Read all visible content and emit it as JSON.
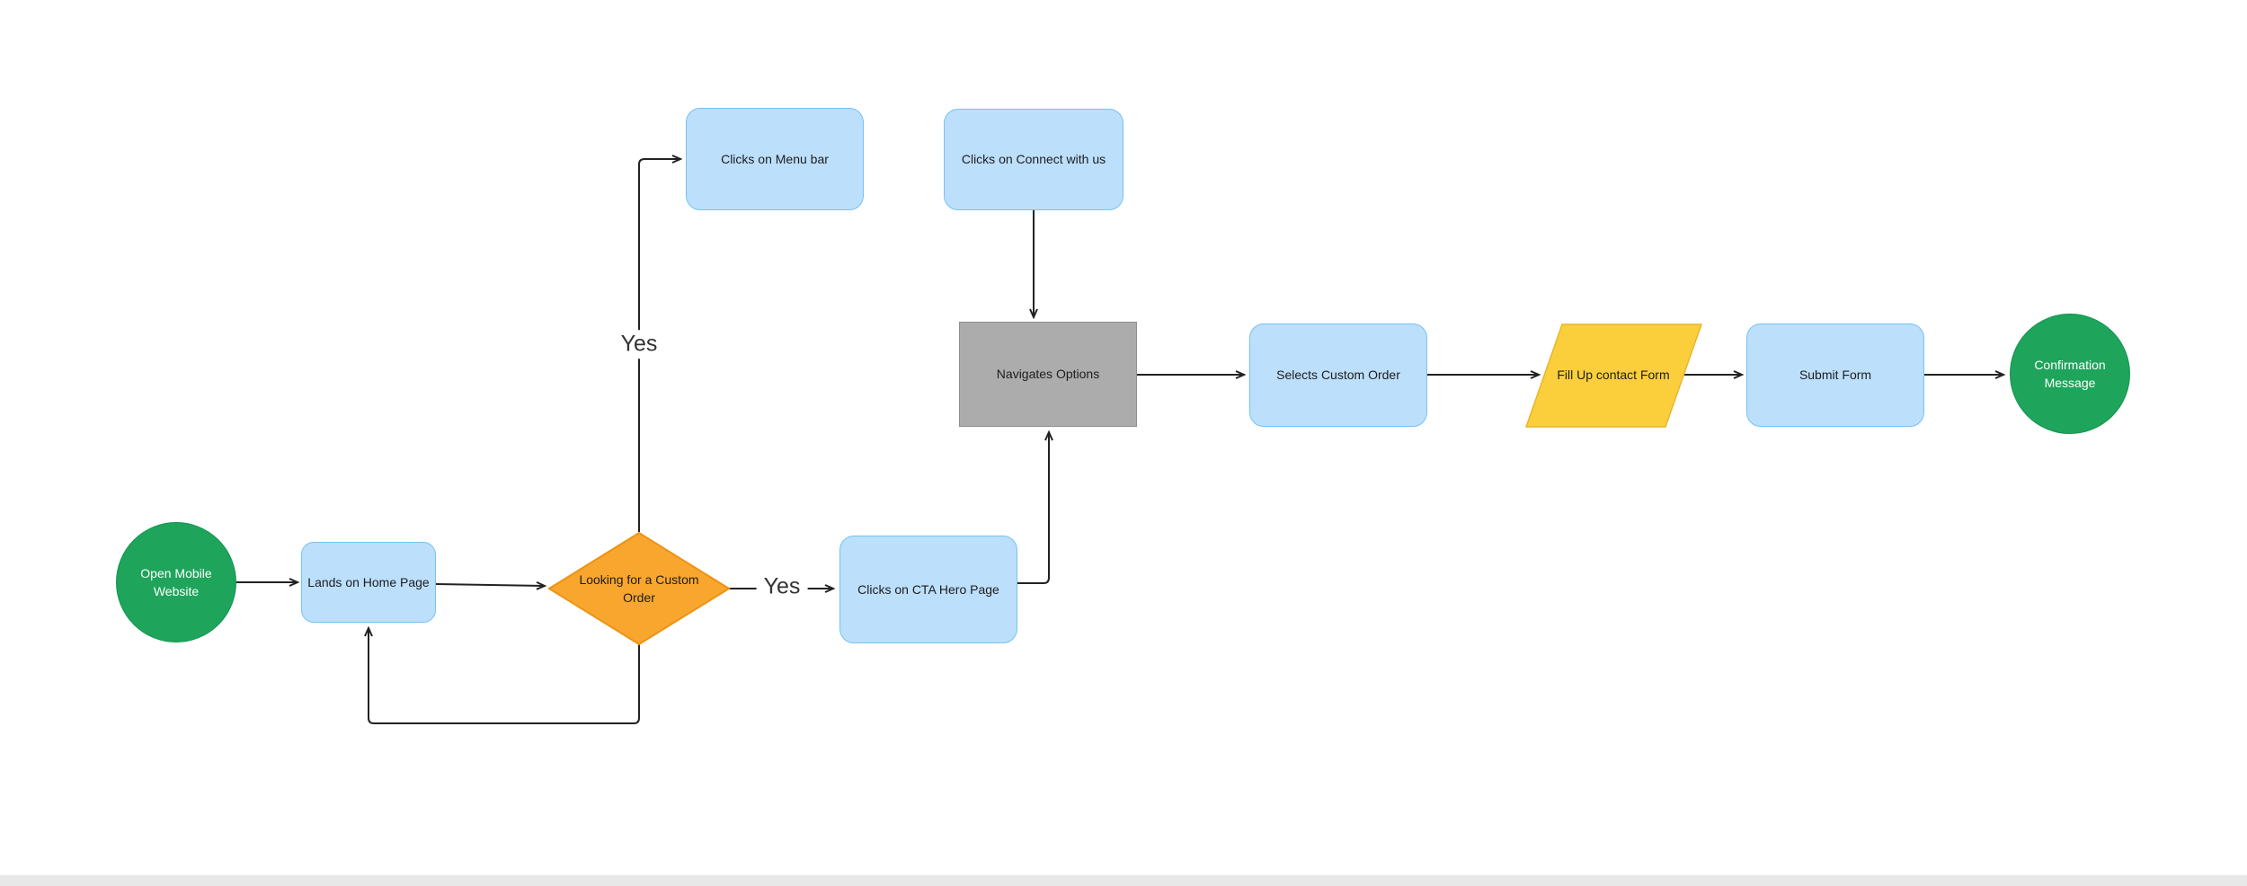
{
  "diagram": {
    "nodes": [
      {
        "id": "start",
        "type": "start-circle",
        "label": "Open Mobile Website"
      },
      {
        "id": "lands-home",
        "type": "process",
        "label": "Lands on Home Page"
      },
      {
        "id": "decision-custom-order",
        "type": "decision",
        "label": "Looking for a Custom Order"
      },
      {
        "id": "menu-bar",
        "type": "process",
        "label": "Clicks on Menu bar"
      },
      {
        "id": "connect-with-us",
        "type": "process",
        "label": "Clicks on Connect with us"
      },
      {
        "id": "navigates-options",
        "type": "process-gray",
        "label": "Navigates Options"
      },
      {
        "id": "cta-hero",
        "type": "process",
        "label": "Clicks on CTA Hero Page"
      },
      {
        "id": "selects-custom-order",
        "type": "process",
        "label": "Selects Custom Order"
      },
      {
        "id": "fill-contact-form",
        "type": "input-output",
        "label": "Fill Up contact Form"
      },
      {
        "id": "submit-form",
        "type": "process",
        "label": "Submit Form"
      },
      {
        "id": "end",
        "type": "end-circle",
        "label": "Confirmation Message"
      }
    ],
    "edge_labels": {
      "decision_to_menu": "Yes",
      "decision_to_cta": "Yes"
    },
    "colors": {
      "canvas_bg": "#FFFFFF",
      "blue_fill": "#BCDFFB",
      "blue_stroke": "#74C3F5",
      "green_fill": "#1EA45B",
      "green_stroke": "#129550",
      "orange_fill": "#F9A62F",
      "orange_stroke": "#ED9213",
      "yellow_fill": "#FBCE3B",
      "yellow_stroke": "#E9B52C",
      "gray_fill": "#ACACAC",
      "gray_stroke": "#8F8F8F",
      "edge_stroke": "#222222",
      "node_text": "#1D1D1F",
      "circle_text": "#FFFFFF",
      "edge_label_text": "#333333",
      "window_edge": "#E8E8E8"
    }
  }
}
